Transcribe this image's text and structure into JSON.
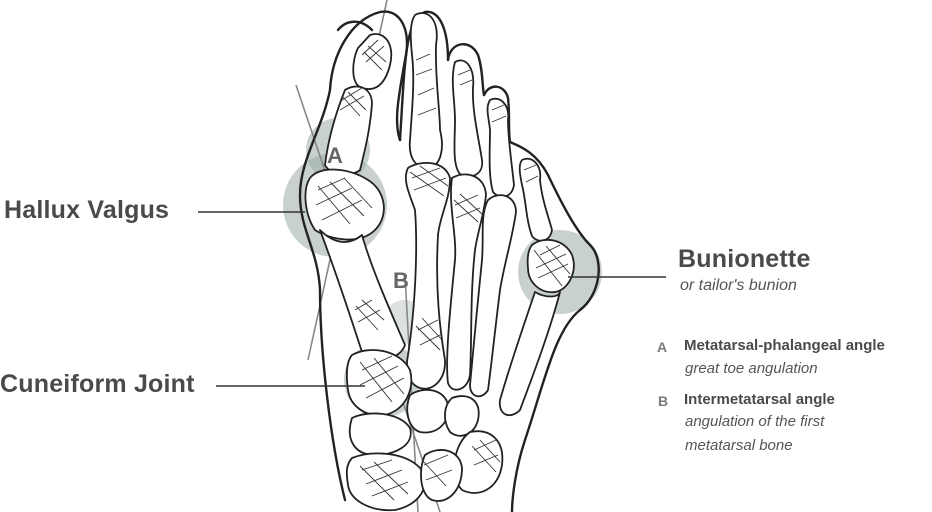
{
  "labels": {
    "hallux_valgus": "Hallux Valgus",
    "cuneiform_joint": "Cuneiform Joint",
    "bunionette": "Bunionette",
    "bunionette_sub": "or tailor's bunion"
  },
  "markers": {
    "a": "A",
    "b": "B"
  },
  "legend": [
    {
      "letter": "A",
      "title": "Metatarsal-phalangeal angle",
      "subtitle_lines": [
        "great toe angulation"
      ]
    },
    {
      "letter": "B",
      "title": "Intermetatarsal angle",
      "subtitle_lines": [
        "angulation of the first",
        "metatarsal bone"
      ]
    }
  ],
  "colors": {
    "highlight": "#9aaba6",
    "ink": "#222222",
    "text": "#4a4a4a"
  }
}
